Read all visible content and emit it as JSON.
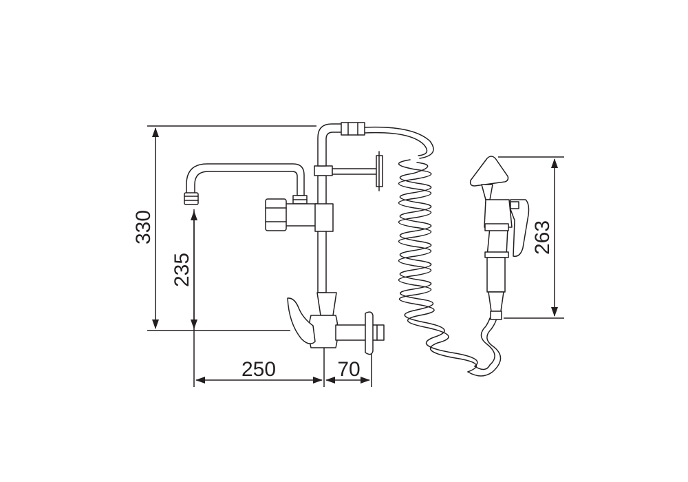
{
  "dimensions": {
    "overall_height": "330",
    "spout_height": "235",
    "spout_reach": "250",
    "wall_offset": "70",
    "spray_gun_length": "263"
  },
  "colors": {
    "line": "#231f20",
    "background": "#ffffff"
  }
}
